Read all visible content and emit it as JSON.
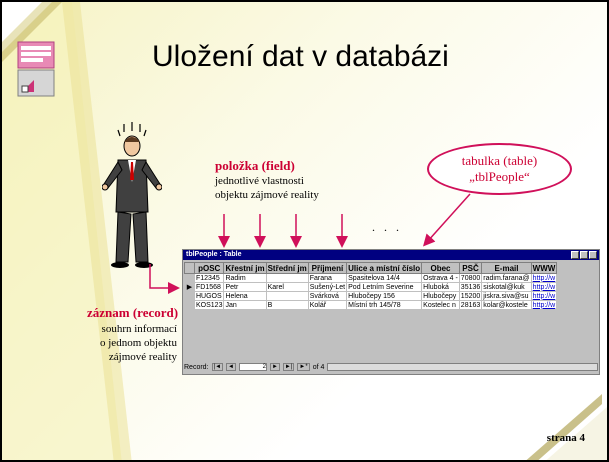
{
  "slide": {
    "title": "Uložení dat v databázi",
    "page_label": "strana 4"
  },
  "field_callout": {
    "label": "položka (field)",
    "desc_line1": "jednotlivé vlastnosti",
    "desc_line2": "objektu zájmové reality"
  },
  "record_callout": {
    "label": "záznam (record)",
    "desc_line1": "souhrn informací",
    "desc_line2": "o jednom objektu",
    "desc_line3": "zájmové reality"
  },
  "table_callout": {
    "line1": "tabulka (table)",
    "line2": "„tblPeople“"
  },
  "ellipsis": ". . .",
  "access_window": {
    "title": "tblPeople : Table",
    "columns": [
      "pOSC",
      "Křestní jm",
      "Střední jm",
      "Příjmení",
      "Ulice a místní číslo",
      "Obec",
      "PSČ",
      "E-mail",
      "WWW"
    ],
    "rows": [
      [
        "F12345",
        "Radim",
        "",
        "Farana",
        "Spasitelova 14/4",
        "Ostrava 4 -",
        "70800",
        "radim.farana@",
        "http://w"
      ],
      [
        "FD1568",
        "Petr",
        "Karel",
        "Sušený-Let",
        "Pod Letním Severine",
        "Hluboká",
        "35136",
        "siskotal@kuk",
        "http://w"
      ],
      [
        "HUGOS",
        "Helena",
        "",
        "Svárková",
        "Hlubočepy 156",
        "Hlubočepy",
        "15200",
        "jiskra.siva@su",
        "http://w"
      ],
      [
        "KOS123",
        "Jan",
        "B",
        "Kolář",
        "Místní trh 145/78",
        "Kostelec n",
        "28163",
        "kolar@kostele",
        "http://w"
      ]
    ],
    "nav": {
      "record_label": "Record:",
      "first": "|◄",
      "prev": "◄",
      "current": "2",
      "next": "►",
      "next_end": "►|",
      "new": "►*",
      "of_label": "of 4"
    }
  }
}
